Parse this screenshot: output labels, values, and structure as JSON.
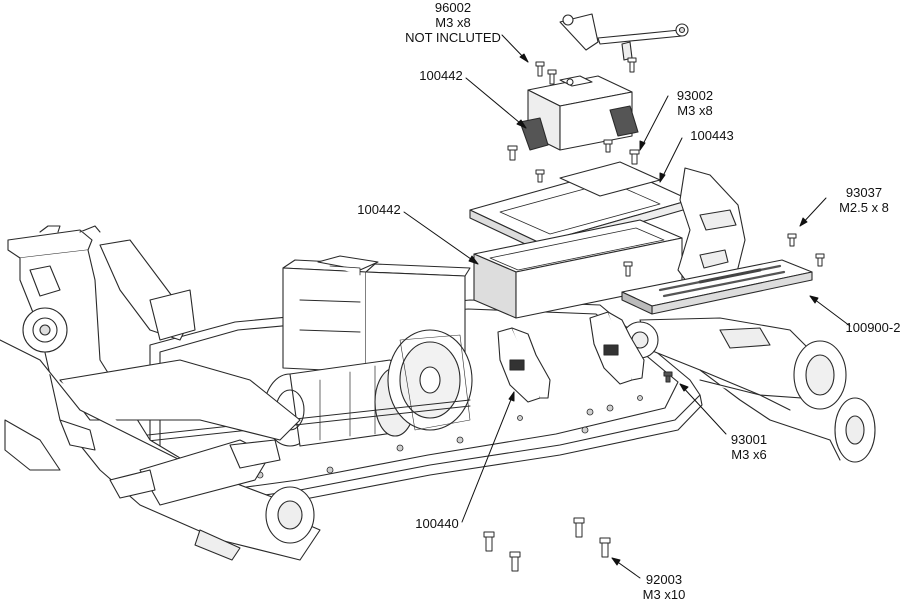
{
  "callouts": {
    "c96002": {
      "part": "96002",
      "size": "M3 x8",
      "note": "NOT INCLUTED"
    },
    "c100442_top": {
      "part": "100442"
    },
    "c93002": {
      "part": "93002",
      "size": "M3 x8"
    },
    "c100443": {
      "part": "100443"
    },
    "c93037": {
      "part": "93037",
      "size": "M2.5 x 8"
    },
    "c100442_mid": {
      "part": "100442"
    },
    "c100900": {
      "part": "100900-2"
    },
    "c93001": {
      "part": "93001",
      "size": "M3 x6"
    },
    "c100440": {
      "part": "100440"
    },
    "c92003": {
      "part": "92003",
      "size": "M3 x10"
    }
  },
  "colors": {
    "line": "#2a2a2a",
    "fill": "#ffffff",
    "shade": "#d9d9d9",
    "dark": "#8a8a8a"
  }
}
